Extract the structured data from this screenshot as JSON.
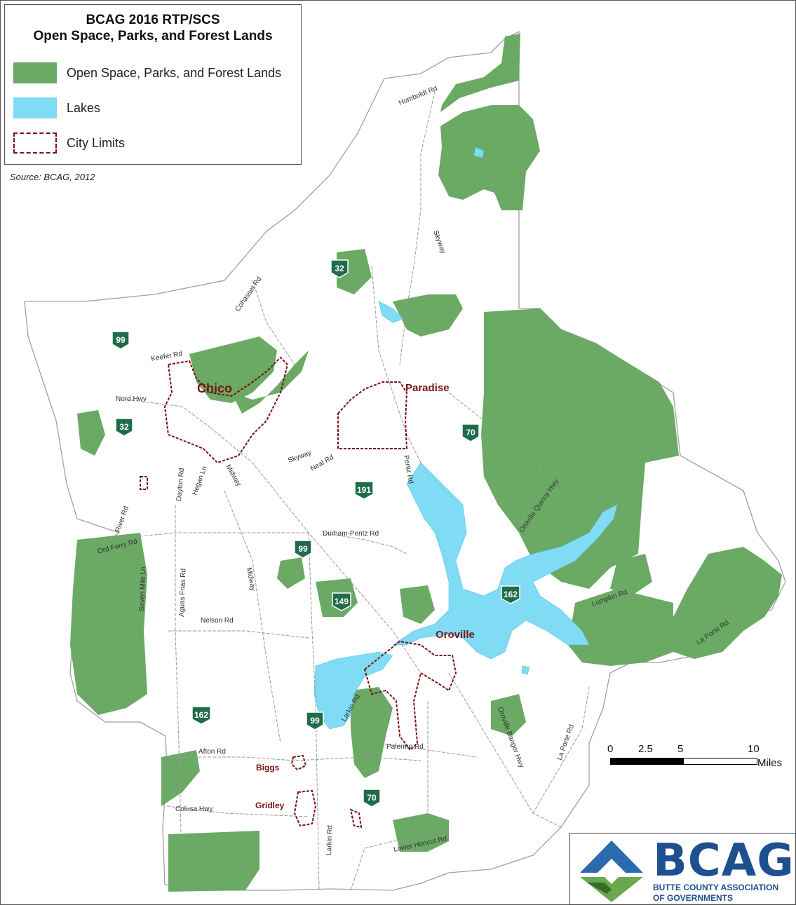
{
  "legend": {
    "title_line1": "BCAG 2016 RTP/SCS",
    "title_line2": "Open Space, Parks, and Forest Lands",
    "items": [
      {
        "label": "Open Space, Parks, and Forest Lands",
        "color": "#6aaa64"
      },
      {
        "label": "Lakes",
        "color": "#7fdcf4"
      },
      {
        "label": "City Limits",
        "color": "#7a1414"
      }
    ]
  },
  "source": "Source: BCAG, 2012",
  "cities": [
    {
      "name": "Chico"
    },
    {
      "name": "Paradise"
    },
    {
      "name": "Oroville"
    },
    {
      "name": "Biggs"
    },
    {
      "name": "Gridley"
    }
  ],
  "roads": [
    "Humboldt Rd",
    "Skyway",
    "Cohasset Rd",
    "Keefer Rd",
    "Nord Hwy",
    "Dayton Rd",
    "Hegan Ln",
    "Midway",
    "Skyway",
    "Neal Rd",
    "Pentz Rd",
    "Oroville Quincy Hwy",
    "River Rd",
    "Ord Ferry Rd",
    "Durham-Pentz Rd",
    "Aguas Frias Rd",
    "Seven Mile Ln",
    "Midway",
    "Nelson Rd",
    "Lumpkin Rd",
    "La Porte Rd",
    "Larkin Rd",
    "Oroville Bangor Hwy",
    "La Porte Rd",
    "Palermo Rd",
    "Afton Rd",
    "Colusa Hwy",
    "Larkin Rd",
    "Lower Honcut Rd"
  ],
  "highways": [
    "32",
    "99",
    "32",
    "191",
    "70",
    "99",
    "149",
    "162",
    "162",
    "99",
    "70"
  ],
  "scale": {
    "ticks": [
      "0",
      "2.5",
      "5",
      "10"
    ],
    "unit": "Miles"
  },
  "logo": {
    "name": "BCAG",
    "line1": "BUTTE COUNTY ASSOCIATION",
    "line2": "OF GOVERNMENTS"
  },
  "colors": {
    "open_space": "#6aaa64",
    "lake": "#7fdcf4",
    "city": "#7a1414",
    "road": "#9a9a9a",
    "shield": "#1f6b4a"
  }
}
